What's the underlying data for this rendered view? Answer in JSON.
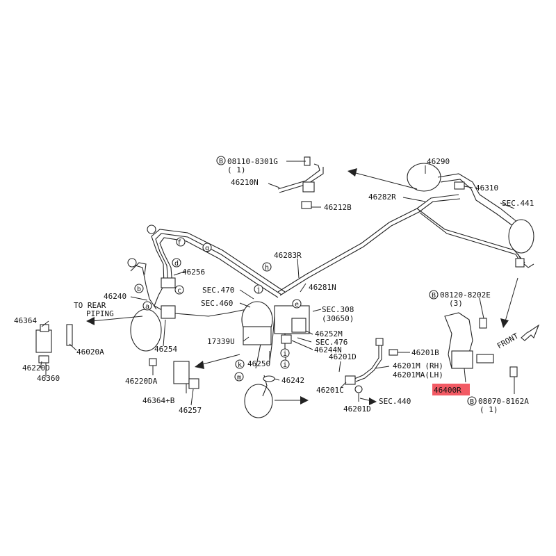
{
  "callouts": {
    "sec470": "SEC.470",
    "sec460": "SEC.460",
    "sec308": "SEC.308",
    "sec308_sub": "(30650)",
    "sec476": "SEC.476",
    "sec441": "SEC.441",
    "sec440": "SEC.440",
    "to_rear": "TO REAR",
    "piping": "PIPING",
    "front": "FRONT"
  },
  "bolt_refs": {
    "b1_code": "B",
    "b1": "08110-8301G",
    "b1_qty": "( 1)",
    "b2_code": "B",
    "b2": "08120-8202E",
    "b2_qty": "(3)",
    "b3_code": "B",
    "b3": "08070-8162A",
    "b3_qty": "( 1)"
  },
  "parts": {
    "p46290": "46290",
    "p46310": "46310",
    "p46210N": "46210N",
    "p46212B": "46212B",
    "p46282R": "46282R",
    "p46283R": "46283R",
    "p46281N": "46281N",
    "p46256": "46256",
    "p46240": "46240",
    "p46254": "46254",
    "p46364": "46364",
    "p46020A": "46020A",
    "p46220D": "46220D",
    "p46360": "46360",
    "p17339U": "17339U",
    "p46250": "46250",
    "p46252M": "46252M",
    "p46244N": "46244N",
    "p46220DA": "46220DA",
    "p46364B": "46364+B",
    "p46257": "46257",
    "p46242": "46242",
    "p46201D_a": "46201D",
    "p46201B": "46201B",
    "p46201M": "46201M (RH)",
    "p46201MA": "46201MA(LH)",
    "p46201C": "46201C",
    "p46201D_b": "46201D",
    "p46400R": "46400R"
  },
  "circle_letters": {
    "f": "f",
    "g": "g",
    "d": "d",
    "h": "h",
    "j": "j",
    "b": "b",
    "c": "c",
    "e": "e",
    "a": "a",
    "i1": "i",
    "i2": "i",
    "k": "k",
    "m": "m"
  },
  "colors": {
    "highlight": "#f25a64",
    "ink": "#222222"
  }
}
